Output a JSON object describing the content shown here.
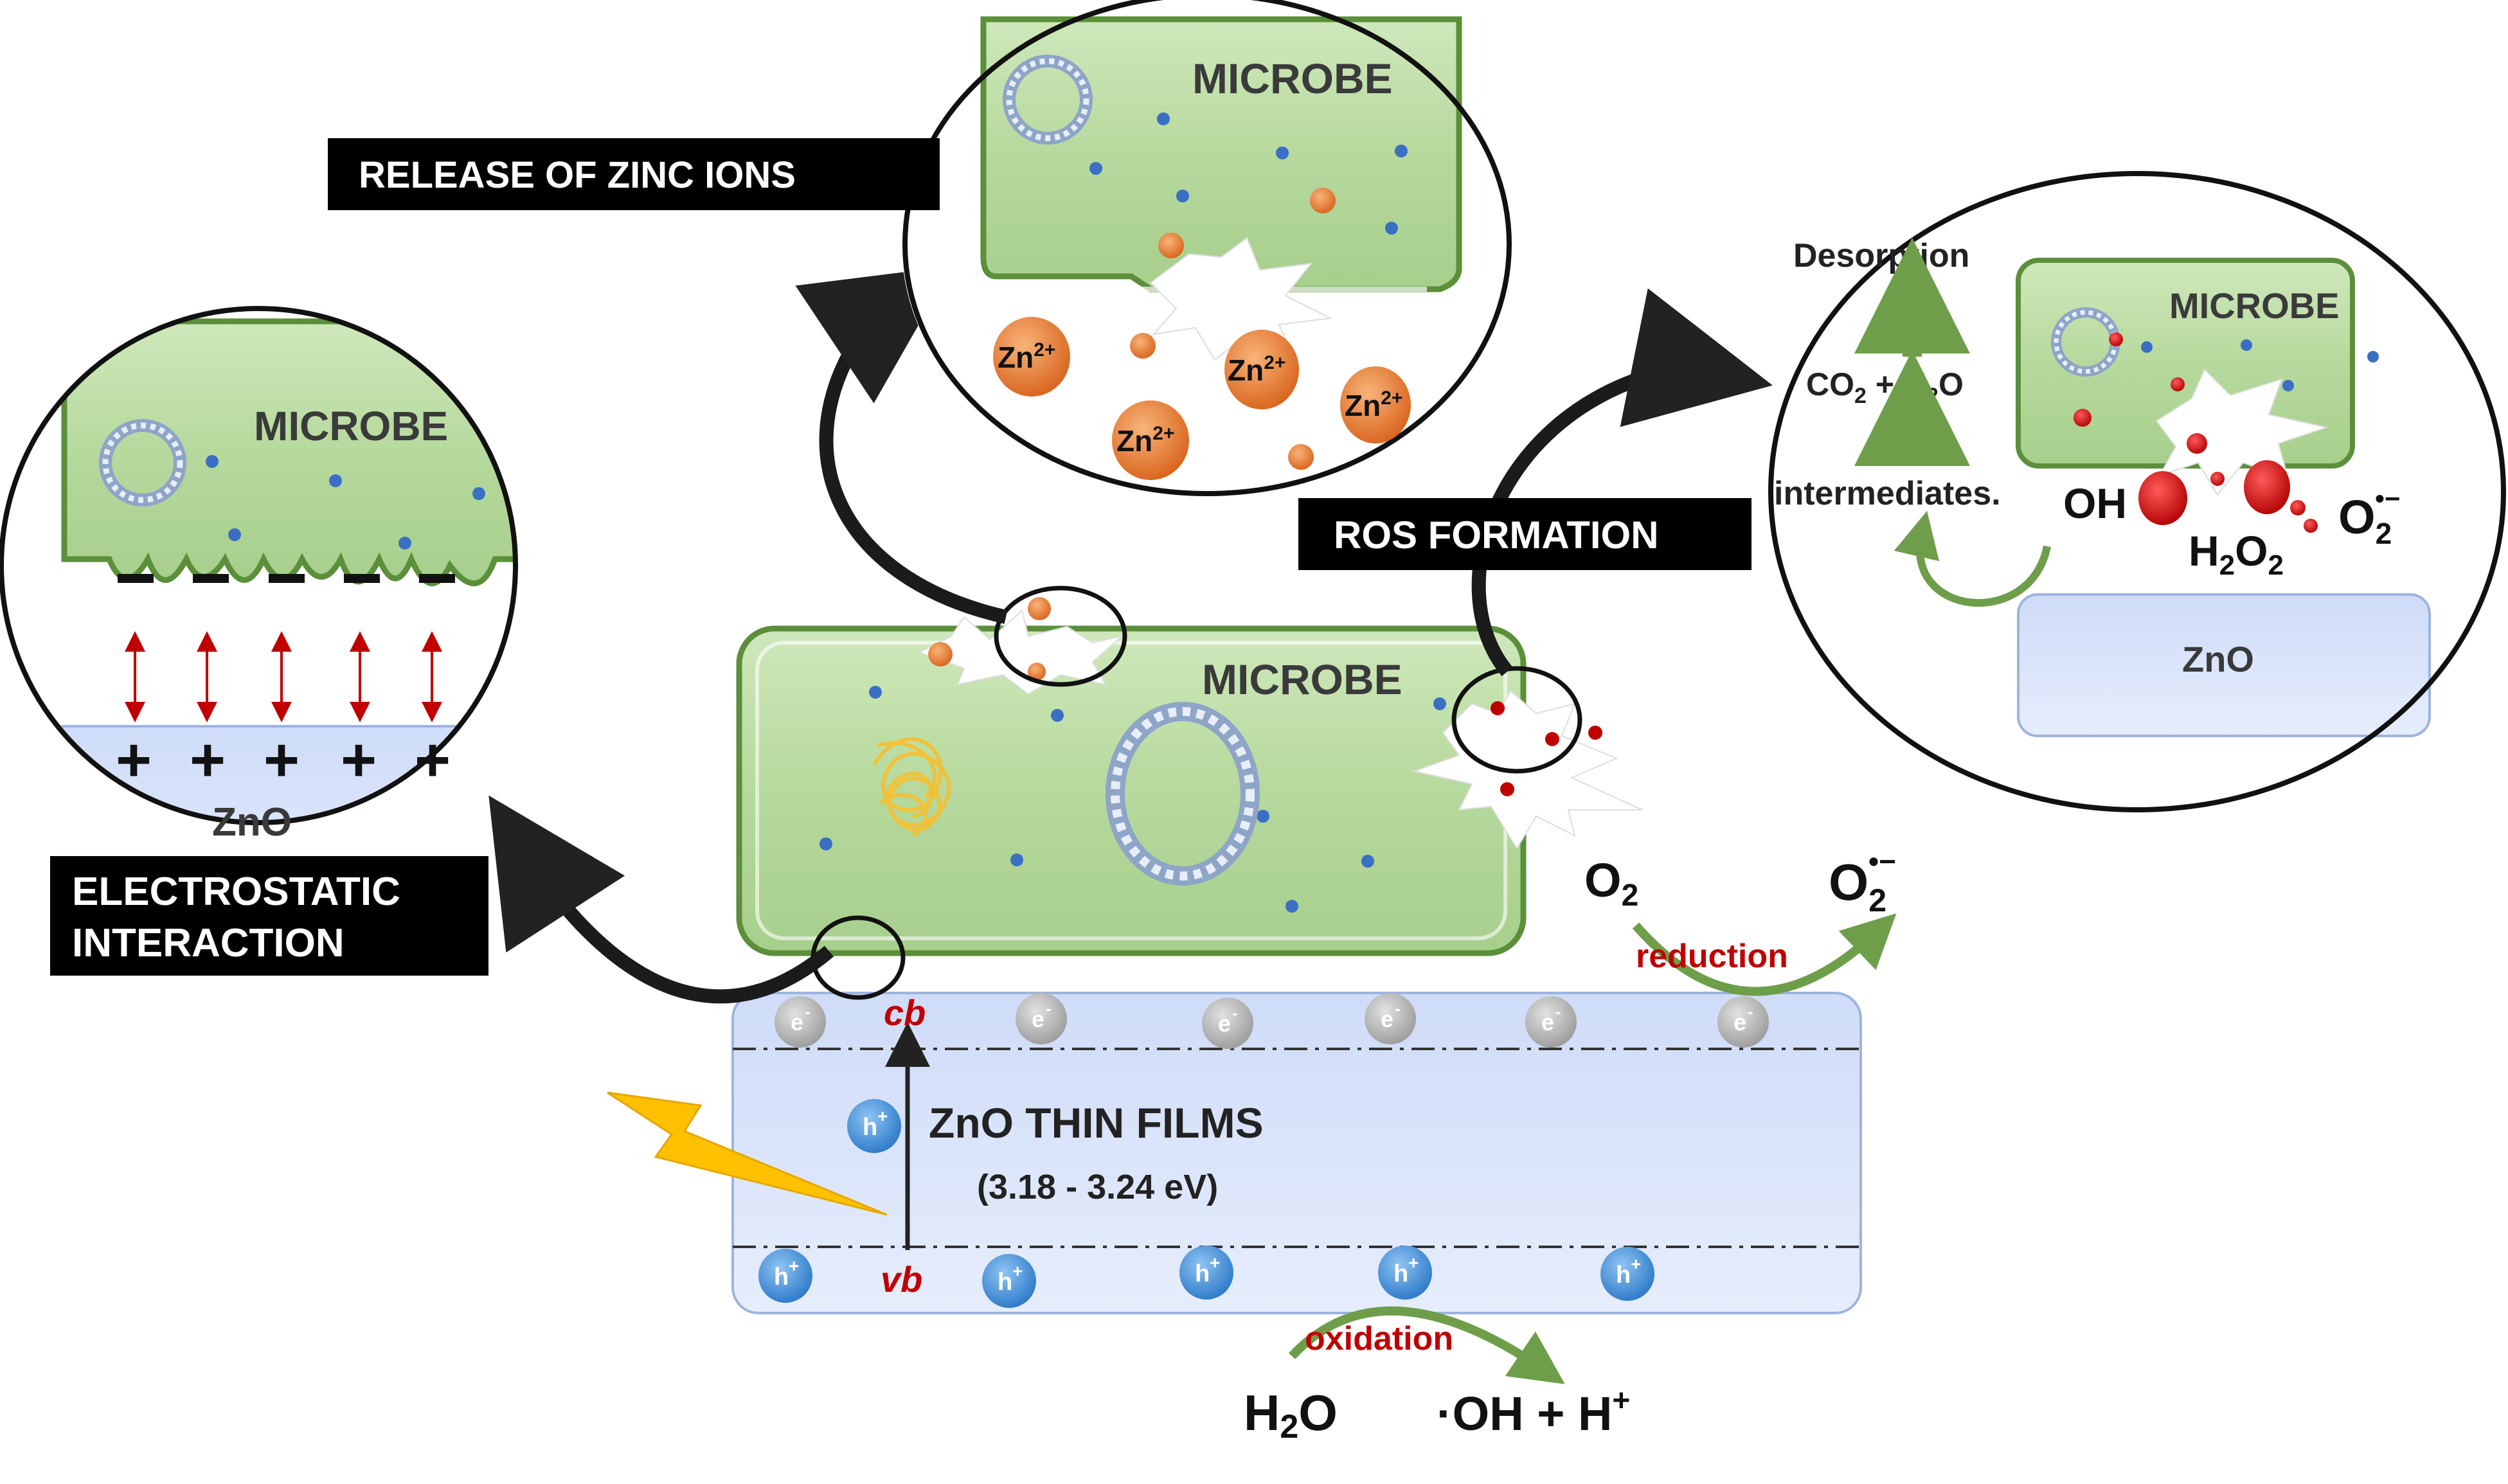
{
  "labels": {
    "release": "RELEASE OF ZINC IONS",
    "electrostatic_line1": "ELECTROSTATIC",
    "electrostatic_line2": "INTERACTION",
    "ros": "ROS FORMATION",
    "microbe": "MICROBE",
    "zno": "ZnO",
    "film_title": "ZnO THIN FILMS",
    "film_gap": "(3.18 - 3.24 eV)",
    "cb": "cb",
    "vb": "vb",
    "electron": "e",
    "electron_sup": "-",
    "hole": "h",
    "hole_sup": "+",
    "zn_ion": "Zn",
    "zn_charge": "2+",
    "plus_sign": "+",
    "reduction": "reduction",
    "oxidation": "oxidation",
    "desorption": "Desorption",
    "co2_part1": "CO",
    "co2_sub": "2",
    "co2_part2": " + H",
    "h2o_sub": "2",
    "co2_part3": "O",
    "intermediates": "intermediates.",
    "oh_radical": "OH",
    "h2o2_h": "H",
    "h2o2_sub1": "2",
    "h2o2_o": "O",
    "h2o2_sub2": "2",
    "o2_o": "O",
    "o2_sub": "2",
    "superoxide_o": "O",
    "superoxide_sub": "2",
    "superoxide_sup": "•−",
    "water_h": "H",
    "water_sub": "2",
    "water_o": "O",
    "products": "·OH + H",
    "products_sup": "+"
  },
  "colors": {
    "microbe_fill": "#b9dba0",
    "microbe_stroke": "#5b8f3a",
    "zno_fill": "#d6e3fb",
    "zno_stroke": "#9db4dd",
    "label_bg": "#000000",
    "label_text": "#ffffff",
    "accent_red": "#c00000",
    "arrow_green": "#6e9e4a",
    "zinc_orange": "#e8762a",
    "bolt_yellow": "#ffc000"
  },
  "icons": [
    "lightning-bolt-icon",
    "dna-plasmid-icon",
    "dna-tangle-icon",
    "rupture-burst-icon",
    "curved-arrow-icon"
  ]
}
